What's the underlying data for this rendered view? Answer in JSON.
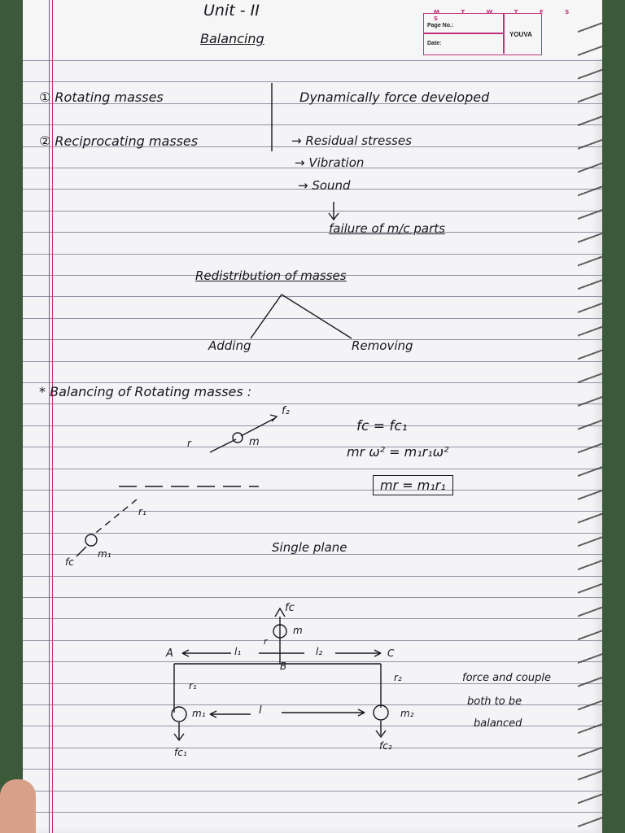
{
  "header": {
    "unit": "Unit - II",
    "title": "Balancing",
    "days": "M T W T F S S",
    "page_no_label": "Page No.:",
    "date_label": "Date:",
    "brand": "YOUVA"
  },
  "types": [
    "① Rotating masses",
    "② Reciprocating masses"
  ],
  "effects": {
    "heading": "Dynamically force developed",
    "items": [
      "→ Residual stresses",
      "→ Vibration",
      "→ Sound"
    ],
    "result": "failure of m/c parts"
  },
  "remedy": {
    "title": "Redistribution of masses",
    "left": "Adding",
    "right": "Removing"
  },
  "section": {
    "title": "* Balancing of Rotating masses :",
    "eq1": "fc = fc₁",
    "eq2": "mr ω² = m₁r₁ω²",
    "eq3": "mr = m₁r₁",
    "caption": "Single plane",
    "fig1": {
      "f2": "f₂",
      "r": "r",
      "m": "m",
      "r1": "r₁",
      "m1": "m₁",
      "fc": "fc"
    }
  },
  "diagram2": {
    "fc": "fc",
    "m": "m",
    "r": "r",
    "A": "A",
    "l1": "l₁",
    "l2": "l₂",
    "C": "C",
    "B": "B",
    "r1": "r₁",
    "r2": "r₂",
    "m1": "m₁",
    "l": "l",
    "m2": "m₂",
    "fc1": "fc₁",
    "fc2": "fc₂"
  },
  "note": [
    "force and couple",
    "both to be",
    "balanced"
  ]
}
